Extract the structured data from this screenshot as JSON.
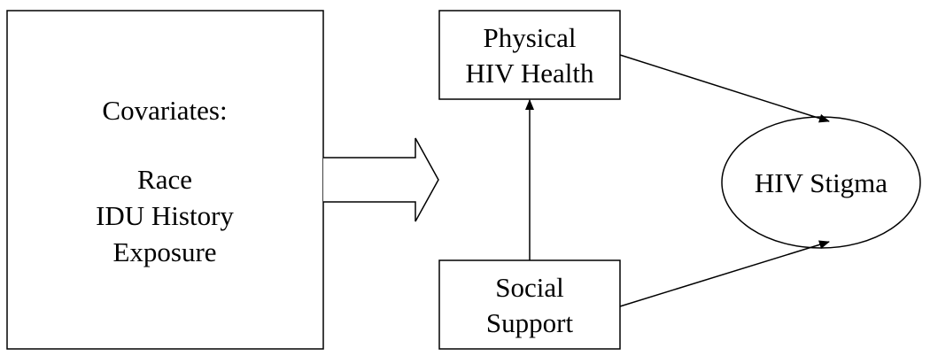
{
  "covariates": {
    "heading": "Covariates:",
    "items": [
      "Race",
      "IDU History",
      "Exposure"
    ]
  },
  "nodes": {
    "physical_health": {
      "line1": "Physical",
      "line2": "HIV Health"
    },
    "social_support": {
      "line1": "Social",
      "line2": "Support"
    },
    "stigma": {
      "label": "HIV Stigma"
    }
  },
  "colors": {
    "stroke": "#000000",
    "background": "#ffffff"
  }
}
